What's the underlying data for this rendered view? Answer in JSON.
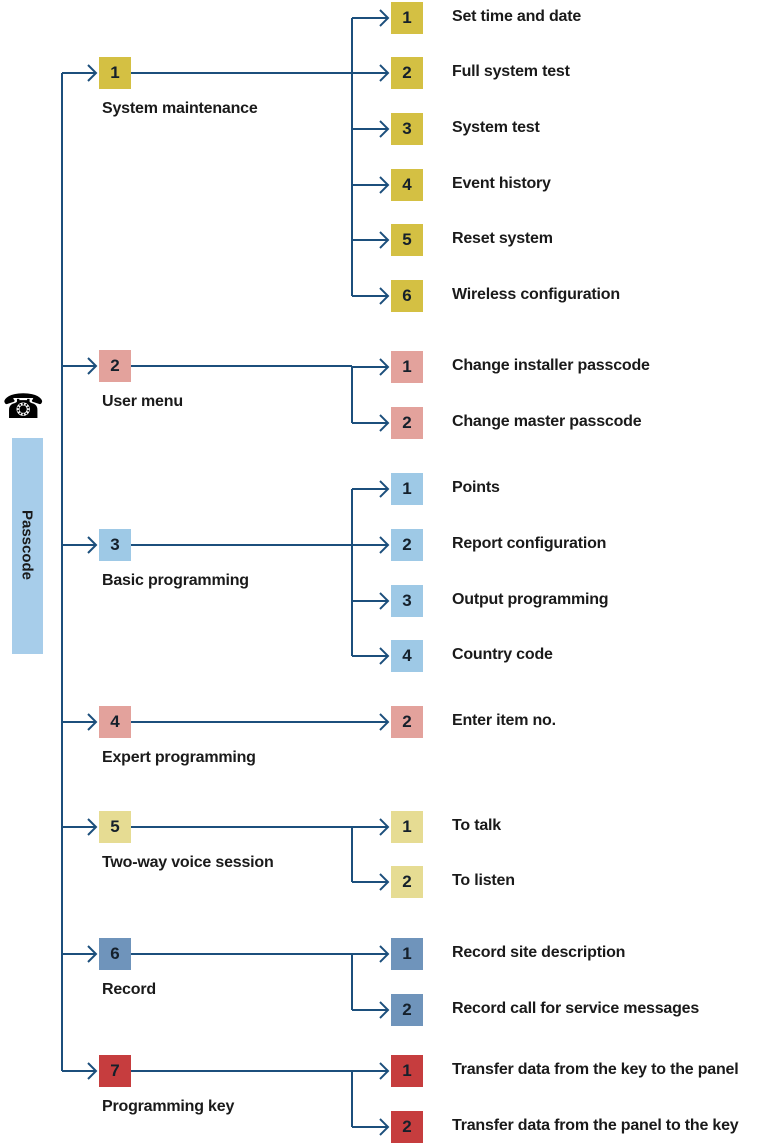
{
  "colors": {
    "line": "#1c4f7c",
    "maintenance": "#d4c043",
    "user": "#e3a29c",
    "basic": "#9ec9e6",
    "expert": "#e3a29c",
    "voice": "#e6dc93",
    "record": "#6f94bb",
    "key": "#c63d3e",
    "passcode_bar": "#a7cdea"
  },
  "root": {
    "icon": "telephone-icon",
    "icon_glyph": "☎",
    "label": "Passcode"
  },
  "menus": [
    {
      "number": "1",
      "label": "System maintenance",
      "color_key": "maintenance",
      "items": [
        {
          "number": "1",
          "label": "Set time and date"
        },
        {
          "number": "2",
          "label": "Full system test"
        },
        {
          "number": "3",
          "label": "System test"
        },
        {
          "number": "4",
          "label": "Event history"
        },
        {
          "number": "5",
          "label": "Reset system"
        },
        {
          "number": "6",
          "label": "Wireless configuration"
        }
      ]
    },
    {
      "number": "2",
      "label": "User menu",
      "color_key": "user",
      "items": [
        {
          "number": "1",
          "label": "Change installer passcode"
        },
        {
          "number": "2",
          "label": "Change master passcode"
        }
      ]
    },
    {
      "number": "3",
      "label": "Basic programming",
      "color_key": "basic",
      "items": [
        {
          "number": "1",
          "label": "Points"
        },
        {
          "number": "2",
          "label": "Report configuration"
        },
        {
          "number": "3",
          "label": "Output programming"
        },
        {
          "number": "4",
          "label": "Country code"
        }
      ]
    },
    {
      "number": "4",
      "label": "Expert programming",
      "color_key": "expert",
      "items": [
        {
          "number": "2",
          "label": "Enter item no."
        }
      ]
    },
    {
      "number": "5",
      "label": "Two-way voice session",
      "color_key": "voice",
      "items": [
        {
          "number": "1",
          "label": "To talk"
        },
        {
          "number": "2",
          "label": "To listen"
        }
      ]
    },
    {
      "number": "6",
      "label": "Record",
      "color_key": "record",
      "items": [
        {
          "number": "1",
          "label": "Record site description"
        },
        {
          "number": "2",
          "label": "Record call for service messages"
        }
      ]
    },
    {
      "number": "7",
      "label": "Programming key",
      "color_key": "key",
      "items": [
        {
          "number": "1",
          "label": "Transfer data from the key to the panel"
        },
        {
          "number": "2",
          "label": "Transfer data from the panel to the key"
        }
      ]
    }
  ]
}
